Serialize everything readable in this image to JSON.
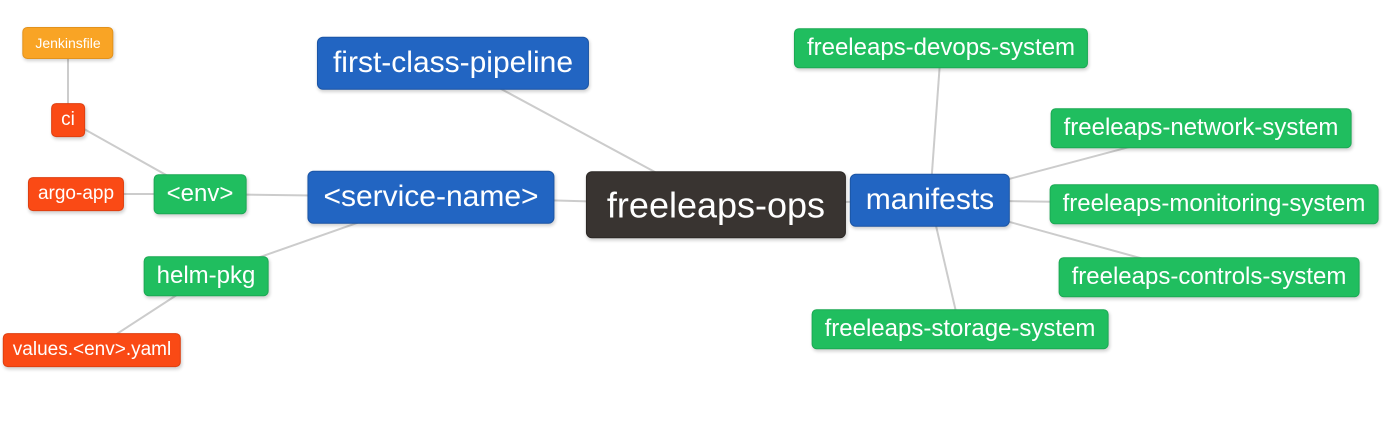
{
  "diagram": {
    "type": "mindmap",
    "background_color": "#ffffff",
    "edge_color": "#cccccc",
    "text_color": "#ffffff",
    "palette": {
      "root": "#393431",
      "branch": "#2265c2",
      "green": "#20be5f",
      "red": "#fa4a15",
      "amber": "#f9a425"
    },
    "nodes": [
      {
        "id": "freeleaps-ops",
        "label": "freeleaps-ops",
        "group": "root",
        "level": 0
      },
      {
        "id": "first-class-pipeline",
        "label": "first-class-pipeline",
        "group": "branch",
        "level": 1
      },
      {
        "id": "service-name",
        "label": "<service-name>",
        "group": "branch",
        "level": 1
      },
      {
        "id": "manifests",
        "label": "manifests",
        "group": "branch",
        "level": 1
      },
      {
        "id": "env",
        "label": "<env>",
        "group": "green",
        "level": 2
      },
      {
        "id": "helm-pkg",
        "label": "helm-pkg",
        "group": "green",
        "level": 2
      },
      {
        "id": "ci",
        "label": "ci",
        "group": "red",
        "level": 3
      },
      {
        "id": "argo-app",
        "label": "argo-app",
        "group": "red",
        "level": 3
      },
      {
        "id": "values-env-yaml",
        "label": "values.<env>.yaml",
        "group": "red",
        "level": 3
      },
      {
        "id": "jenkinsfile",
        "label": "Jenkinsfile",
        "group": "amber",
        "level": 4
      },
      {
        "id": "freeleaps-devops-system",
        "label": "freeleaps-devops-system",
        "group": "green",
        "level": 2
      },
      {
        "id": "freeleaps-network-system",
        "label": "freeleaps-network-system",
        "group": "green",
        "level": 2
      },
      {
        "id": "freeleaps-monitoring-system",
        "label": "freeleaps-monitoring-system",
        "group": "green",
        "level": 2
      },
      {
        "id": "freeleaps-controls-system",
        "label": "freeleaps-controls-system",
        "group": "green",
        "level": 2
      },
      {
        "id": "freeleaps-storage-system",
        "label": "freeleaps-storage-system",
        "group": "green",
        "level": 2
      }
    ],
    "edges": [
      {
        "from": "freeleaps-ops",
        "to": "first-class-pipeline"
      },
      {
        "from": "freeleaps-ops",
        "to": "service-name"
      },
      {
        "from": "freeleaps-ops",
        "to": "manifests"
      },
      {
        "from": "service-name",
        "to": "env"
      },
      {
        "from": "service-name",
        "to": "helm-pkg"
      },
      {
        "from": "env",
        "to": "ci"
      },
      {
        "from": "env",
        "to": "argo-app"
      },
      {
        "from": "ci",
        "to": "jenkinsfile"
      },
      {
        "from": "helm-pkg",
        "to": "values-env-yaml"
      },
      {
        "from": "manifests",
        "to": "freeleaps-devops-system"
      },
      {
        "from": "manifests",
        "to": "freeleaps-network-system"
      },
      {
        "from": "manifests",
        "to": "freeleaps-monitoring-system"
      },
      {
        "from": "manifests",
        "to": "freeleaps-controls-system"
      },
      {
        "from": "manifests",
        "to": "freeleaps-storage-system"
      }
    ]
  }
}
